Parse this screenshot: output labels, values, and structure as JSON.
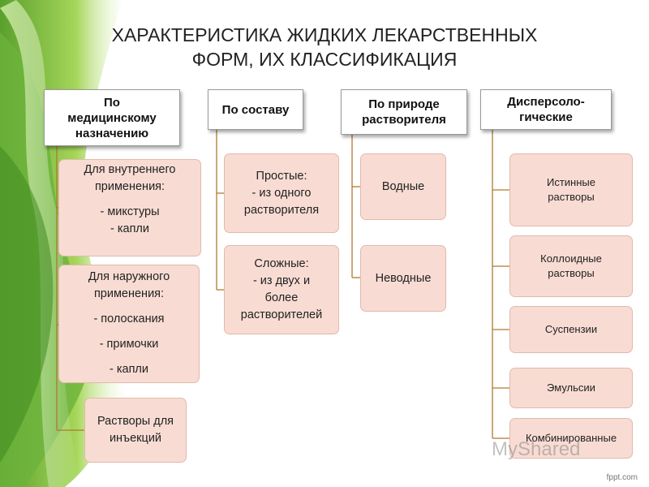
{
  "title": {
    "line1": "ХАРАКТЕРИСТИКА ЖИДКИХ ЛЕКАРСТВЕННЫХ",
    "line2": "ФОРМ, ИХ КЛАССИФИКАЦИЯ"
  },
  "columns": [
    {
      "header": [
        "По",
        "медицинскому",
        "назначению"
      ],
      "items": [
        [
          "Для внутреннего",
          "применения:",
          "- микстуры",
          "- капли"
        ],
        [
          "Для наружного",
          "применения:",
          "- полоскания",
          "- примочки",
          "- капли"
        ],
        [
          "Растворы для",
          "инъекций"
        ]
      ]
    },
    {
      "header": [
        "По составу"
      ],
      "items": [
        [
          "Простые:",
          "- из одного",
          "растворителя"
        ],
        [
          "Сложные:",
          "- из двух и",
          "более",
          "растворителей"
        ]
      ]
    },
    {
      "header": [
        "По природе",
        "растворителя"
      ],
      "items": [
        [
          "Водные"
        ],
        [
          "Неводные"
        ]
      ]
    },
    {
      "header": [
        "Дисперсоло-",
        "гические"
      ],
      "items": [
        [
          "Истинные",
          "растворы"
        ],
        [
          "Коллоидные",
          "растворы"
        ],
        [
          "Суспензии"
        ],
        [
          "Эмульсии"
        ],
        [
          "Комбинированные"
        ]
      ]
    }
  ],
  "footer": "fppt.com",
  "watermark": "MyShared",
  "colors": {
    "box_fill": "#f8dcd3",
    "box_border": "#e2b9ab",
    "connector": "#b0792f",
    "leaf_green": "#8cc63f"
  }
}
